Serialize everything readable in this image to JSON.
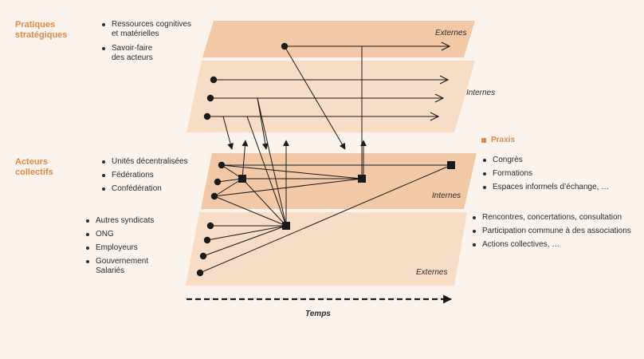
{
  "strategic": {
    "title_line1": "Pratiques",
    "title_line2": "stratégiques",
    "items": [
      "Ressources cognitives et matérielles",
      "Savoir-faire des acteurs"
    ],
    "item1_line1": "Ressources cognitives",
    "item1_line2": "et matérielles",
    "item2_line1": "Savoir-faire",
    "item2_line2": "des acteurs"
  },
  "collective": {
    "title_line1": "Acteurs",
    "title_line2": "collectifs",
    "items": [
      "Unités décentralisées",
      "Fédérations",
      "Confédération"
    ]
  },
  "external_actors": {
    "items": [
      "Autres syndicats",
      "ONG",
      "Employeurs",
      "Gouvernement",
      "Salariés"
    ]
  },
  "praxis": {
    "title": "Praxis",
    "items_internal": [
      "Congrès",
      "Formations",
      "Espaces informels d’échange, …"
    ],
    "items_external": [
      "Rencontres, concertations, consultation",
      "Participation commune à des associations",
      "Actions collectives, …"
    ]
  },
  "planes": {
    "top_external": "Externes",
    "top_internal": "Internes",
    "bottom_internal": "Internes",
    "bottom_external": "Externes"
  },
  "timeline": {
    "label": "Temps"
  },
  "colors": {
    "accent": "#d9894a",
    "plane_dark": "#f2c9a7",
    "plane_light": "#f7dcc6",
    "background": "#fbf3ec"
  }
}
